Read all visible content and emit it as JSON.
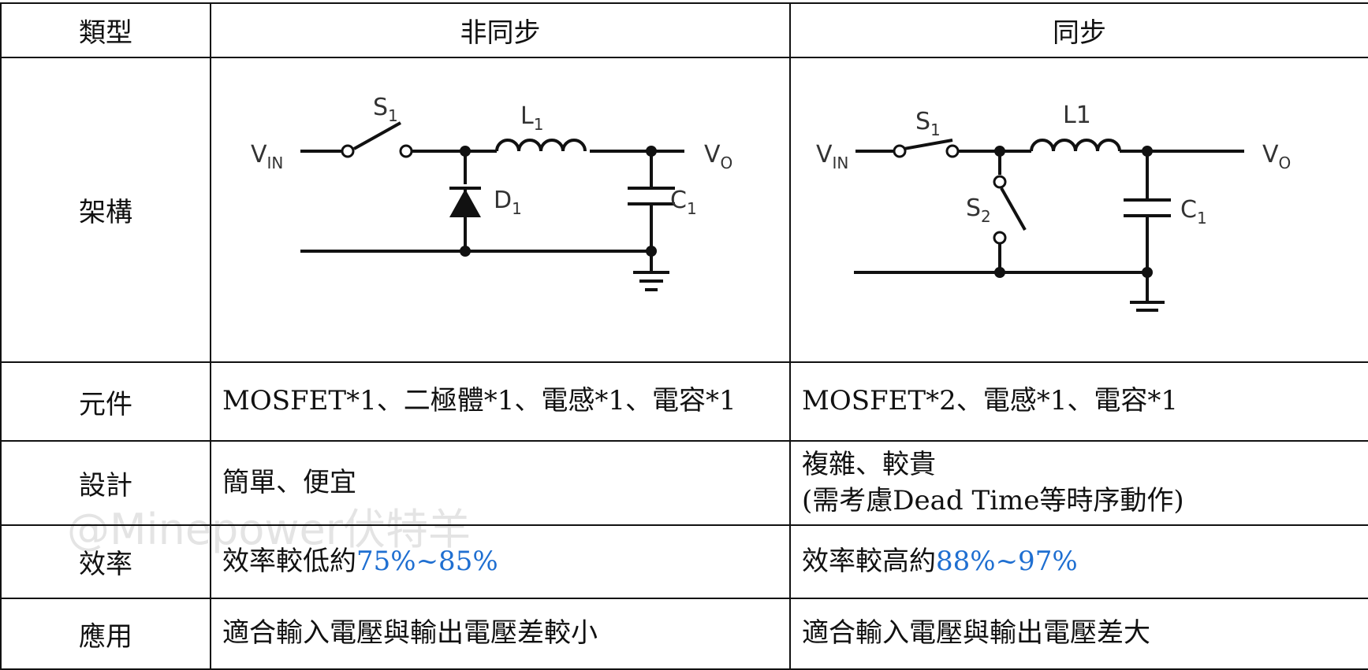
{
  "table": {
    "headers": [
      "類型",
      "非同步",
      "同步"
    ],
    "rows": [
      {
        "label": "架構"
      },
      {
        "label": "元件",
        "async": "MOSFET*1、二極體*1、電感*1、電容*1",
        "sync": "MOSFET*2、電感*1、電容*1"
      },
      {
        "label": "設計",
        "async": "簡單、便宜",
        "sync_line1": "複雜、較貴",
        "sync_line2": "(需考慮Dead Time等時序動作)"
      },
      {
        "label": "效率",
        "async_prefix": "效率較低約",
        "async_value": "75%~85%",
        "sync_prefix": "效率較高約",
        "sync_value": "88%~97%"
      },
      {
        "label": "應用",
        "async": "適合輸入電壓與輸出電壓差較小",
        "sync": "適合輸入電壓與輸出電壓差大"
      }
    ]
  },
  "diagram_async": {
    "vin": "V",
    "vin_sub": "IN",
    "s1": "S",
    "s1_sub": "1",
    "l1": "L",
    "l1_sub": "1",
    "d1": "D",
    "d1_sub": "1",
    "c1": "C",
    "c1_sub": "1",
    "vo": "V",
    "vo_sub": "O"
  },
  "diagram_sync": {
    "vin": "V",
    "vin_sub": "IN",
    "s1": "S",
    "s1_sub": "1",
    "l1": "L1",
    "s2": "S",
    "s2_sub": "2",
    "c1": "C",
    "c1_sub": "1",
    "vo": "V",
    "vo_sub": "O"
  },
  "watermark": "@Minepower伏特羊",
  "colors": {
    "highlight": "#1f6fd1",
    "border": "#111111"
  }
}
